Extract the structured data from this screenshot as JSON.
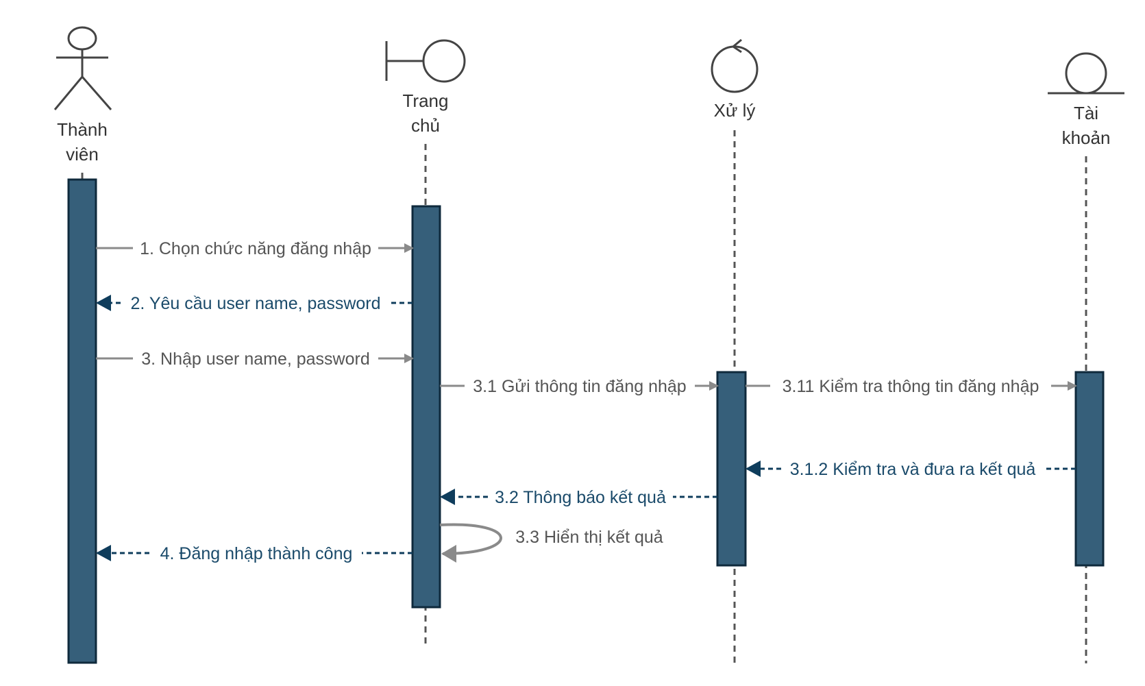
{
  "participants": {
    "member": {
      "label_line1": "Thành",
      "label_line2": "viên"
    },
    "home": {
      "label_line1": "Trang",
      "label_line2": "chủ"
    },
    "process": {
      "label_line1": "Xử lý"
    },
    "account": {
      "label_line1": "Tài",
      "label_line2": "khoản"
    }
  },
  "messages": {
    "m1": "1. Chọn  chức năng đăng nhập",
    "m2": "2. Yêu cầu user name, password",
    "m3": "3. Nhập user name, password",
    "m31": "3.1 Gửi thông tin đăng nhập",
    "m311": "3.11 Kiểm tra thông tin đăng nhập",
    "m312": "3.1.2 Kiểm tra và đưa ra kết quả",
    "m32": "3.2 Thông báo kết quả",
    "m33": "3.3 Hiển thị kết quả",
    "m4": "4. Đăng nhập thành công"
  },
  "colors": {
    "activation_fill": "#365f7a",
    "activation_stroke": "#0f2a3c",
    "icon": "#444444",
    "lifeline": "#555555",
    "call_arrow": "#8a8a8a",
    "return_arrow": "#0f3d5c"
  }
}
